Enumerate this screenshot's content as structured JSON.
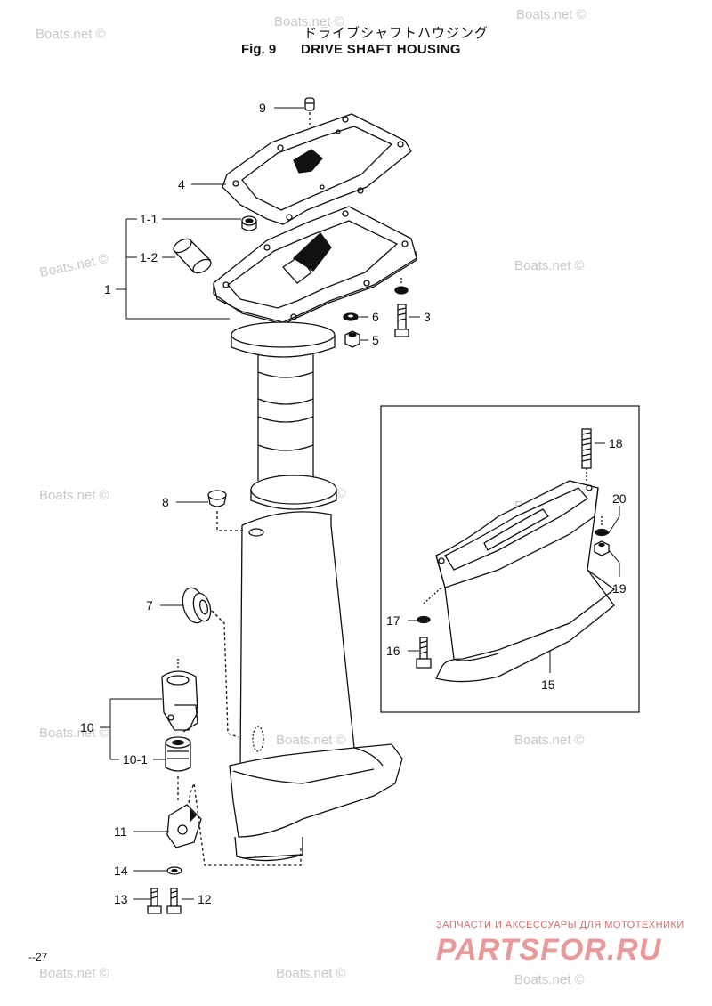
{
  "header": {
    "japanese_title": "ドライブシャフトハウジング",
    "figure_number": "Fig. 9",
    "figure_title": "DRIVE SHAFT HOUSING"
  },
  "watermark": "Boats.net ©",
  "callouts": [
    "9",
    "4",
    "1-1",
    "1-2",
    "1",
    "6",
    "3",
    "5",
    "18",
    "20",
    "19",
    "17",
    "16",
    "15",
    "8",
    "7",
    "10",
    "10-1",
    "11",
    "14",
    "13",
    "12"
  ],
  "footer": {
    "page_number": "--27",
    "brand_tagline": "ЗАПЧАСТИ И АКСЕССУАРЫ ДЛЯ МОТОТЕХНИКИ",
    "brand_logo": "PARTSFOR.RU"
  },
  "colors": {
    "line": "#111111",
    "watermark": "#c8c8c8",
    "brand": "#e89a9a"
  }
}
